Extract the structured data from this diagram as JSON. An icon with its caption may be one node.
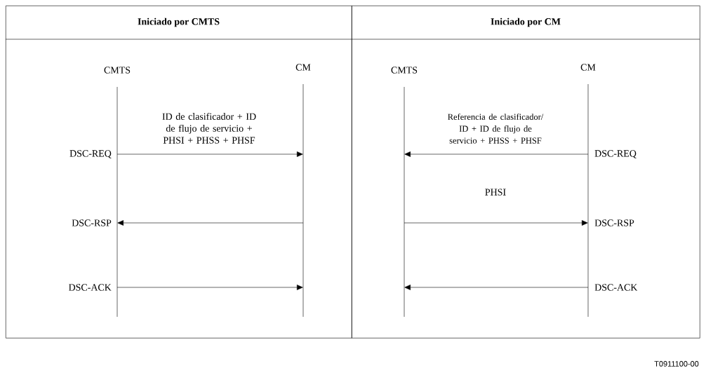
{
  "diagram": {
    "nodes": [
      {
        "text": [
          "Iniciado por CMTS"
        ]
      },
      {
        "text": [
          "Iniciado por CM"
        ]
      },
      {
        "text": [
          "CMTS"
        ],
        "in": 0
      },
      {
        "text": [
          "CM"
        ],
        "in": 0
      },
      {
        "text": [
          "CMTS"
        ],
        "in": 1
      },
      {
        "text": [
          "CM"
        ],
        "in": 1
      }
    ],
    "edges": [
      {
        "from": 2,
        "to": 3,
        "arrow": "to",
        "label": "ID de clasificador + ID de flujo de servicio + PHSI + PHSS + PHSF"
      },
      {
        "from": 3,
        "to": 2,
        "arrow": "to"
      },
      {
        "from": 2,
        "to": 3,
        "arrow": "to"
      },
      {
        "from": 5,
        "to": 4,
        "arrow": "to",
        "label": "Referencia de clasificador/ ID + ID de flujo de servicio + PHSS + PHSF"
      },
      {
        "from": 4,
        "to": 5,
        "arrow": "to",
        "label": "PHSI"
      },
      {
        "from": 5,
        "to": 4,
        "arrow": "to"
      }
    ],
    "labels": [
      "DSC-REQ",
      "DSC-RSP",
      "DSC-ACK",
      "DSC-REQ",
      "DSC-RSP",
      "DSC-ACK",
      "T0911100-00"
    ]
  }
}
